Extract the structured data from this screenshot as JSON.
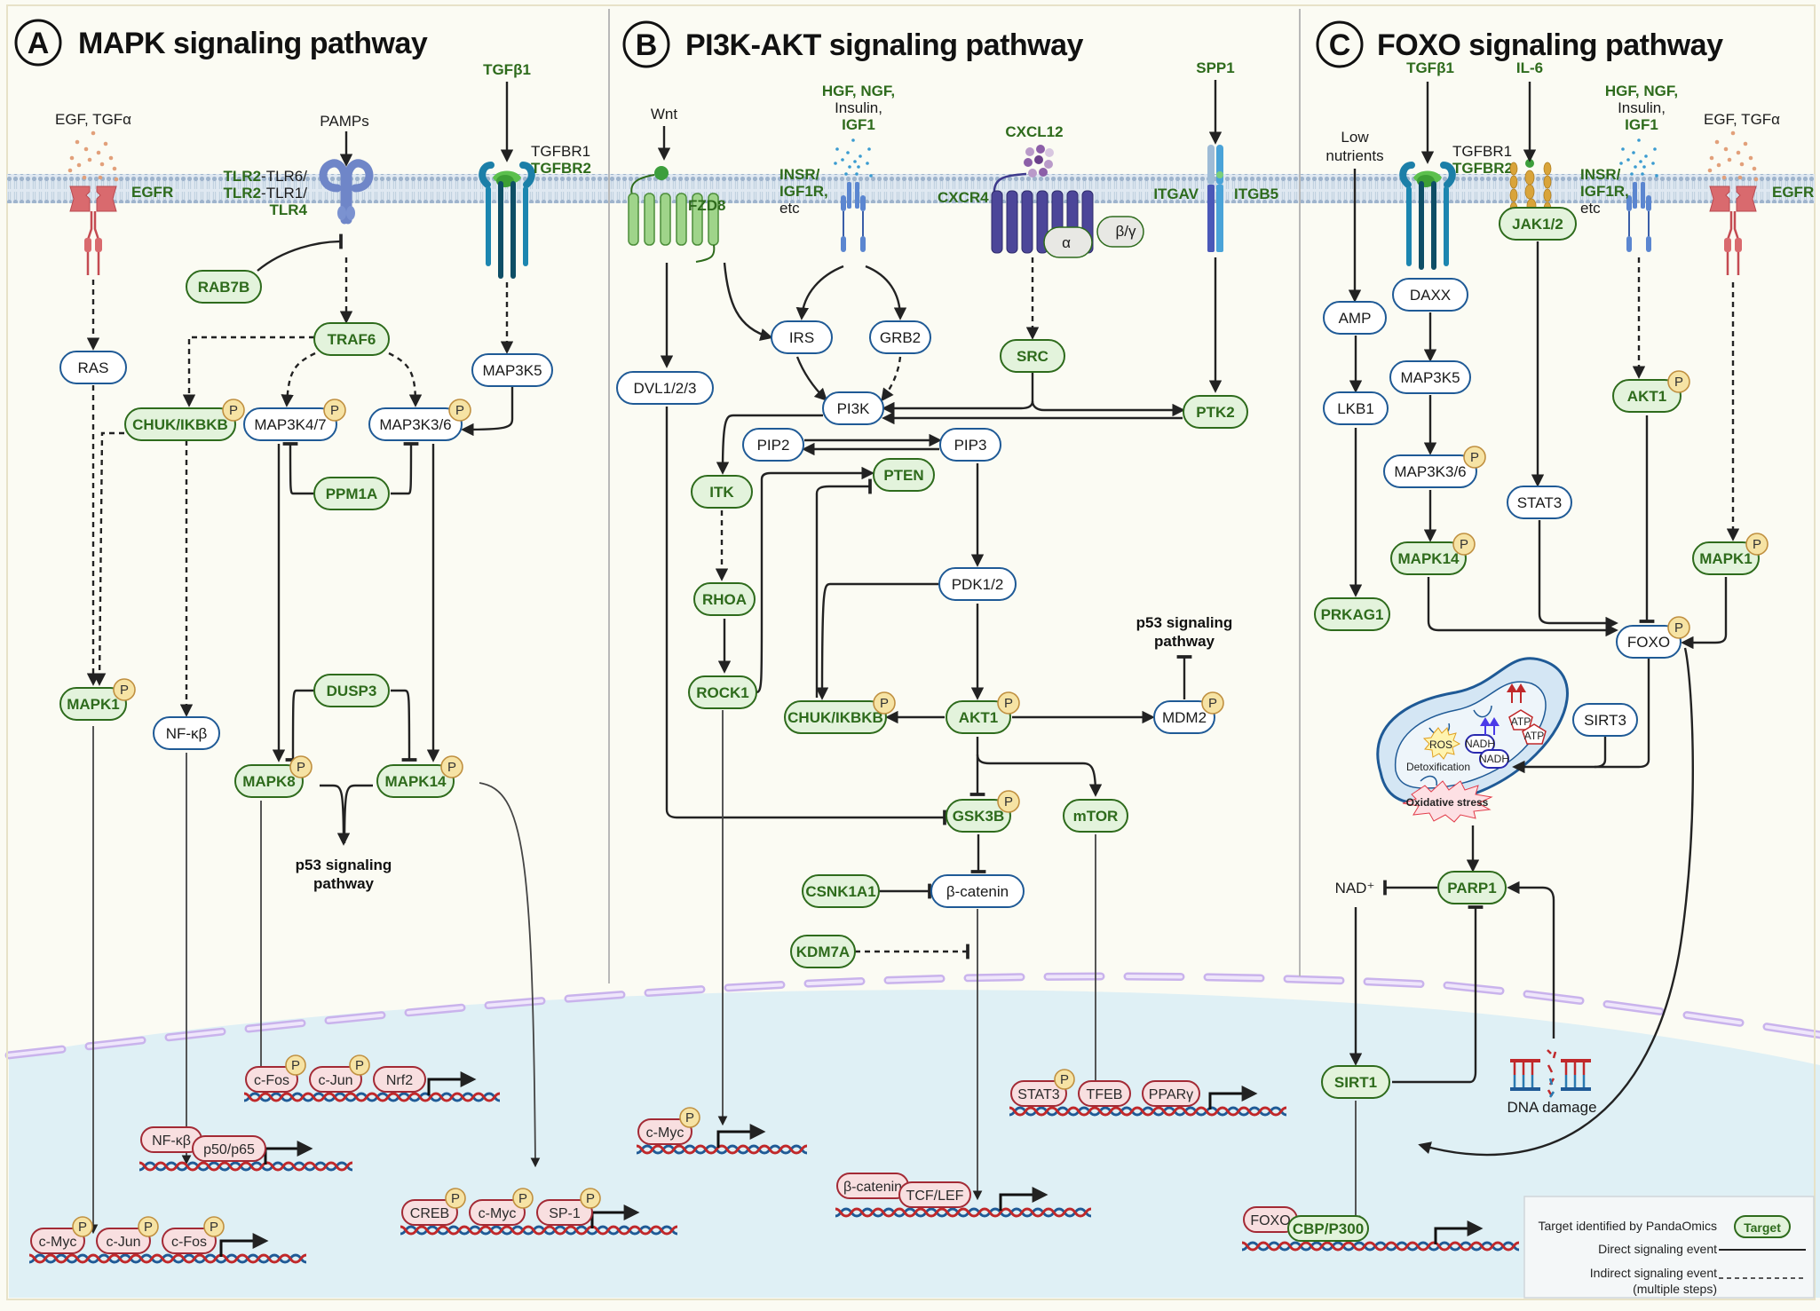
{
  "panels": [
    {
      "id": "A",
      "letter": "A",
      "title": "MAPK signaling pathway"
    },
    {
      "id": "B",
      "letter": "B",
      "title": "PI3K-AKT signaling pathway"
    },
    {
      "id": "C",
      "letter": "C",
      "title": "FOXO signaling pathway"
    }
  ],
  "colors": {
    "background": "#fbfbf3",
    "nucleus": "#dff0f5",
    "target_fill": "#e3f3dc",
    "target_stroke": "#2e6b1c",
    "target_text": "#2e6b1c",
    "node_stroke": "#1f5a96",
    "tf_fill": "#f8dfe0",
    "tf_stroke": "#a32a35",
    "phospho_fill": "#f6e3a4",
    "phospho_stroke": "#c09040",
    "membrane": "#a9c3dc",
    "nuclear_envelope": "#c9b3ec"
  },
  "labels": {
    "A_ligand_egf": "EGF, TGFα",
    "A_egfr": "EGFR",
    "A_pamps": "PAMPs",
    "A_tlr_line1_target": "TLR2",
    "A_tlr_line1_rest": "-TLR6/",
    "A_tlr_line2_target": "TLR2",
    "A_tlr_line2_rest": "-TLR1/",
    "A_tlr_line3": "TLR4",
    "A_tgfb1": "TGFβ1",
    "A_tgfbr1": "TGFBR1",
    "A_tgfbr2": "TGFBR2",
    "A_p53_line1": "p53 signaling",
    "A_p53_line2": "pathway",
    "B_wnt": "Wnt",
    "B_fzd8": "FZD8",
    "B_hgf_line1": "HGF, NGF,",
    "B_hgf_line2": "Insulin,",
    "B_hgf_line3": "IGF1",
    "B_insr_line1": "INSR/",
    "B_insr_line2": "IGF1R,",
    "B_insr_line3": "etc",
    "B_cxcl12": "CXCL12",
    "B_cxcr4": "CXCR4",
    "B_alpha": "α",
    "B_betagamma": "β/γ",
    "B_spp1": "SPP1",
    "B_itgav": "ITGAV",
    "B_itgb5": "ITGB5",
    "B_p53_line1": "p53 signaling",
    "B_p53_line2": "pathway",
    "C_low_line1": "Low",
    "C_low_line2": "nutrients",
    "C_tgfb1": "TGFβ1",
    "C_tgfbr1": "TGFBR1",
    "C_tgfbr2": "TGFBR2",
    "C_il6": "IL-6",
    "C_hgf_line1": "HGF, NGF,",
    "C_hgf_line2": "Insulin,",
    "C_hgf_line3": "IGF1",
    "C_insr_line1": "INSR/",
    "C_insr_line2": "IGF1R,",
    "C_insr_line3": "etc",
    "C_ligand_egf": "EGF, TGFα",
    "C_egfr": "EGFR",
    "C_nadplus": "NAD⁺",
    "C_dna_damage": "DNA damage",
    "mito_ros": "ROS",
    "mito_detox": "Detoxification",
    "mito_nadh1": "NADH",
    "mito_nadh2": "NADH",
    "mito_atp1": "ATP",
    "mito_atp2": "ATP",
    "mito_oxidative": "Oxidative stress"
  },
  "nodes": [
    {
      "id": "A_RAB7B",
      "label": "RAB7B",
      "target": true,
      "p": false
    },
    {
      "id": "A_TRAF6",
      "label": "TRAF6",
      "target": true,
      "p": false
    },
    {
      "id": "A_RAS",
      "label": "RAS",
      "target": false,
      "p": false
    },
    {
      "id": "A_MAP3K5",
      "label": "MAP3K5",
      "target": false,
      "p": false
    },
    {
      "id": "A_CHUK",
      "label": "CHUK/IKBKB",
      "target": true,
      "p": true
    },
    {
      "id": "A_MAP3K47",
      "label": "MAP3K4/7",
      "target": false,
      "p": true
    },
    {
      "id": "A_MAP3K36",
      "label": "MAP3K3/6",
      "target": false,
      "p": true
    },
    {
      "id": "A_PPM1A",
      "label": "PPM1A",
      "target": true,
      "p": false
    },
    {
      "id": "A_DUSP3",
      "label": "DUSP3",
      "target": true,
      "p": false
    },
    {
      "id": "A_MAPK1",
      "label": "MAPK1",
      "target": true,
      "p": true
    },
    {
      "id": "A_NFKB",
      "label": "NF-κβ",
      "target": false,
      "p": false
    },
    {
      "id": "A_MAPK8",
      "label": "MAPK8",
      "target": true,
      "p": true
    },
    {
      "id": "A_MAPK14",
      "label": "MAPK14",
      "target": true,
      "p": true
    },
    {
      "id": "B_IRS",
      "label": "IRS",
      "target": false,
      "p": false
    },
    {
      "id": "B_GRB2",
      "label": "GRB2",
      "target": false,
      "p": false
    },
    {
      "id": "B_DVL",
      "label": "DVL1/2/3",
      "target": false,
      "p": false
    },
    {
      "id": "B_SRC",
      "label": "SRC",
      "target": true,
      "p": false
    },
    {
      "id": "B_PI3K",
      "label": "PI3K",
      "target": false,
      "p": false
    },
    {
      "id": "B_PTK2",
      "label": "PTK2",
      "target": true,
      "p": false
    },
    {
      "id": "B_PIP2",
      "label": "PIP2",
      "target": false,
      "p": false
    },
    {
      "id": "B_PIP3",
      "label": "PIP3",
      "target": false,
      "p": false
    },
    {
      "id": "B_PTEN",
      "label": "PTEN",
      "target": true,
      "p": false
    },
    {
      "id": "B_ITK",
      "label": "ITK",
      "target": true,
      "p": false
    },
    {
      "id": "B_RHOA",
      "label": "RHOA",
      "target": true,
      "p": false
    },
    {
      "id": "B_PDK",
      "label": "PDK1/2",
      "target": false,
      "p": false
    },
    {
      "id": "B_ROCK1",
      "label": "ROCK1",
      "target": true,
      "p": false
    },
    {
      "id": "B_CHUK",
      "label": "CHUK/IKBKB",
      "target": true,
      "p": true
    },
    {
      "id": "B_AKT1",
      "label": "AKT1",
      "target": true,
      "p": true
    },
    {
      "id": "B_MDM2",
      "label": "MDM2",
      "target": false,
      "p": true
    },
    {
      "id": "B_GSK3B",
      "label": "GSK3B",
      "target": true,
      "p": true
    },
    {
      "id": "B_MTOR",
      "label": "mTOR",
      "target": true,
      "p": false
    },
    {
      "id": "B_CSNK1A1",
      "label": "CSNK1A1",
      "target": true,
      "p": false
    },
    {
      "id": "B_BCAT",
      "label": "β-catenin",
      "target": false,
      "p": false
    },
    {
      "id": "B_KDM7A",
      "label": "KDM7A",
      "target": true,
      "p": false
    },
    {
      "id": "C_JAK",
      "label": "JAK1/2",
      "target": true,
      "p": false
    },
    {
      "id": "C_DAXX",
      "label": "DAXX",
      "target": false,
      "p": false
    },
    {
      "id": "C_AMP",
      "label": "AMP",
      "target": false,
      "p": false
    },
    {
      "id": "C_MAP3K5",
      "label": "MAP3K5",
      "target": false,
      "p": false
    },
    {
      "id": "C_AKT1",
      "label": "AKT1",
      "target": true,
      "p": true
    },
    {
      "id": "C_LKB1",
      "label": "LKB1",
      "target": false,
      "p": false
    },
    {
      "id": "C_MAP3K36",
      "label": "MAP3K3/6",
      "target": false,
      "p": true
    },
    {
      "id": "C_STAT3",
      "label": "STAT3",
      "target": false,
      "p": false
    },
    {
      "id": "C_MAPK14",
      "label": "MAPK14",
      "target": true,
      "p": true
    },
    {
      "id": "C_MAPK1",
      "label": "MAPK1",
      "target": true,
      "p": true
    },
    {
      "id": "C_PRKAG1",
      "label": "PRKAG1",
      "target": true,
      "p": false
    },
    {
      "id": "C_FOXO",
      "label": "FOXO",
      "target": false,
      "p": true
    },
    {
      "id": "C_SIRT3",
      "label": "SIRT3",
      "target": false,
      "p": false
    },
    {
      "id": "C_PARP1",
      "label": "PARP1",
      "target": true,
      "p": false
    },
    {
      "id": "C_SIRT1",
      "label": "SIRT1",
      "target": true,
      "p": false
    }
  ],
  "transcription": [
    {
      "id": "A_tx1",
      "factors": [
        {
          "label": "c-Fos",
          "p": true
        },
        {
          "label": "c-Jun",
          "p": true
        },
        {
          "label": "Nrf2",
          "p": false
        }
      ]
    },
    {
      "id": "A_tx2",
      "factors": [
        {
          "label": "NF-κβ",
          "p": false
        },
        {
          "label": "p50/p65",
          "p": false
        }
      ]
    },
    {
      "id": "A_tx3",
      "factors": [
        {
          "label": "c-Myc",
          "p": true
        },
        {
          "label": "c-Jun",
          "p": true
        },
        {
          "label": "c-Fos",
          "p": true
        }
      ]
    },
    {
      "id": "A_tx4",
      "factors": [
        {
          "label": "CREB",
          "p": true
        },
        {
          "label": "c-Myc",
          "p": true
        },
        {
          "label": "SP-1",
          "p": true
        }
      ]
    },
    {
      "id": "B_tx1",
      "factors": [
        {
          "label": "c-Myc",
          "p": true
        }
      ]
    },
    {
      "id": "B_tx2",
      "factors": [
        {
          "label": "STAT3",
          "p": true
        },
        {
          "label": "TFEB",
          "p": false
        },
        {
          "label": "PPARγ",
          "p": false
        }
      ]
    },
    {
      "id": "B_tx3",
      "factors": [
        {
          "label": "β-catenin",
          "p": false
        },
        {
          "label": "TCF/LEF",
          "p": false
        }
      ]
    },
    {
      "id": "C_tx1",
      "factors": [
        {
          "label": "FOXO",
          "p": false
        },
        {
          "label": "CBP/P300",
          "p": false,
          "target": true
        }
      ]
    }
  ],
  "phospho_label": "P",
  "legend": {
    "target_text": "Target identified by PandaOmics",
    "target_badge": "Target",
    "direct_text": "Direct signaling event",
    "indirect_line1": "Indirect signaling event",
    "indirect_line2": "(multiple steps)"
  }
}
